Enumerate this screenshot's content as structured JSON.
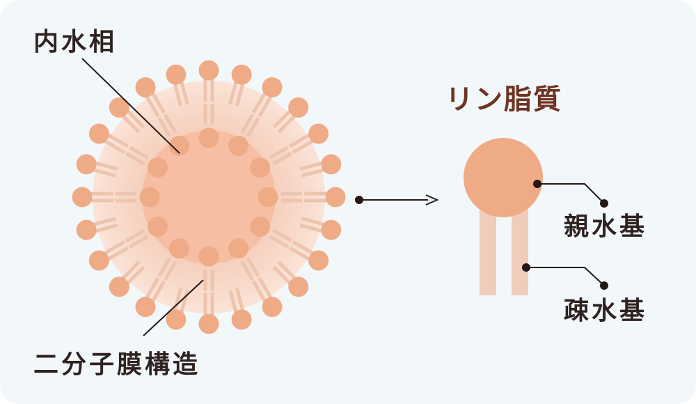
{
  "labels": {
    "inner_water_phase": "内水相",
    "bilayer_structure": "二分子膜構造",
    "phospholipid": "リン脂質",
    "hydrophilic_group": "親水基",
    "hydrophobic_group": "疎水基"
  },
  "colors": {
    "background": "#f2f7fa",
    "head": "#efaa86",
    "tail_light": "#f0d3c5",
    "tail_dark": "#edc4af",
    "core": "#f6c0a3",
    "halo": "#f6d2c0",
    "text": "#2f2321",
    "title_text": "#6e3422",
    "line": "#231815"
  }
}
